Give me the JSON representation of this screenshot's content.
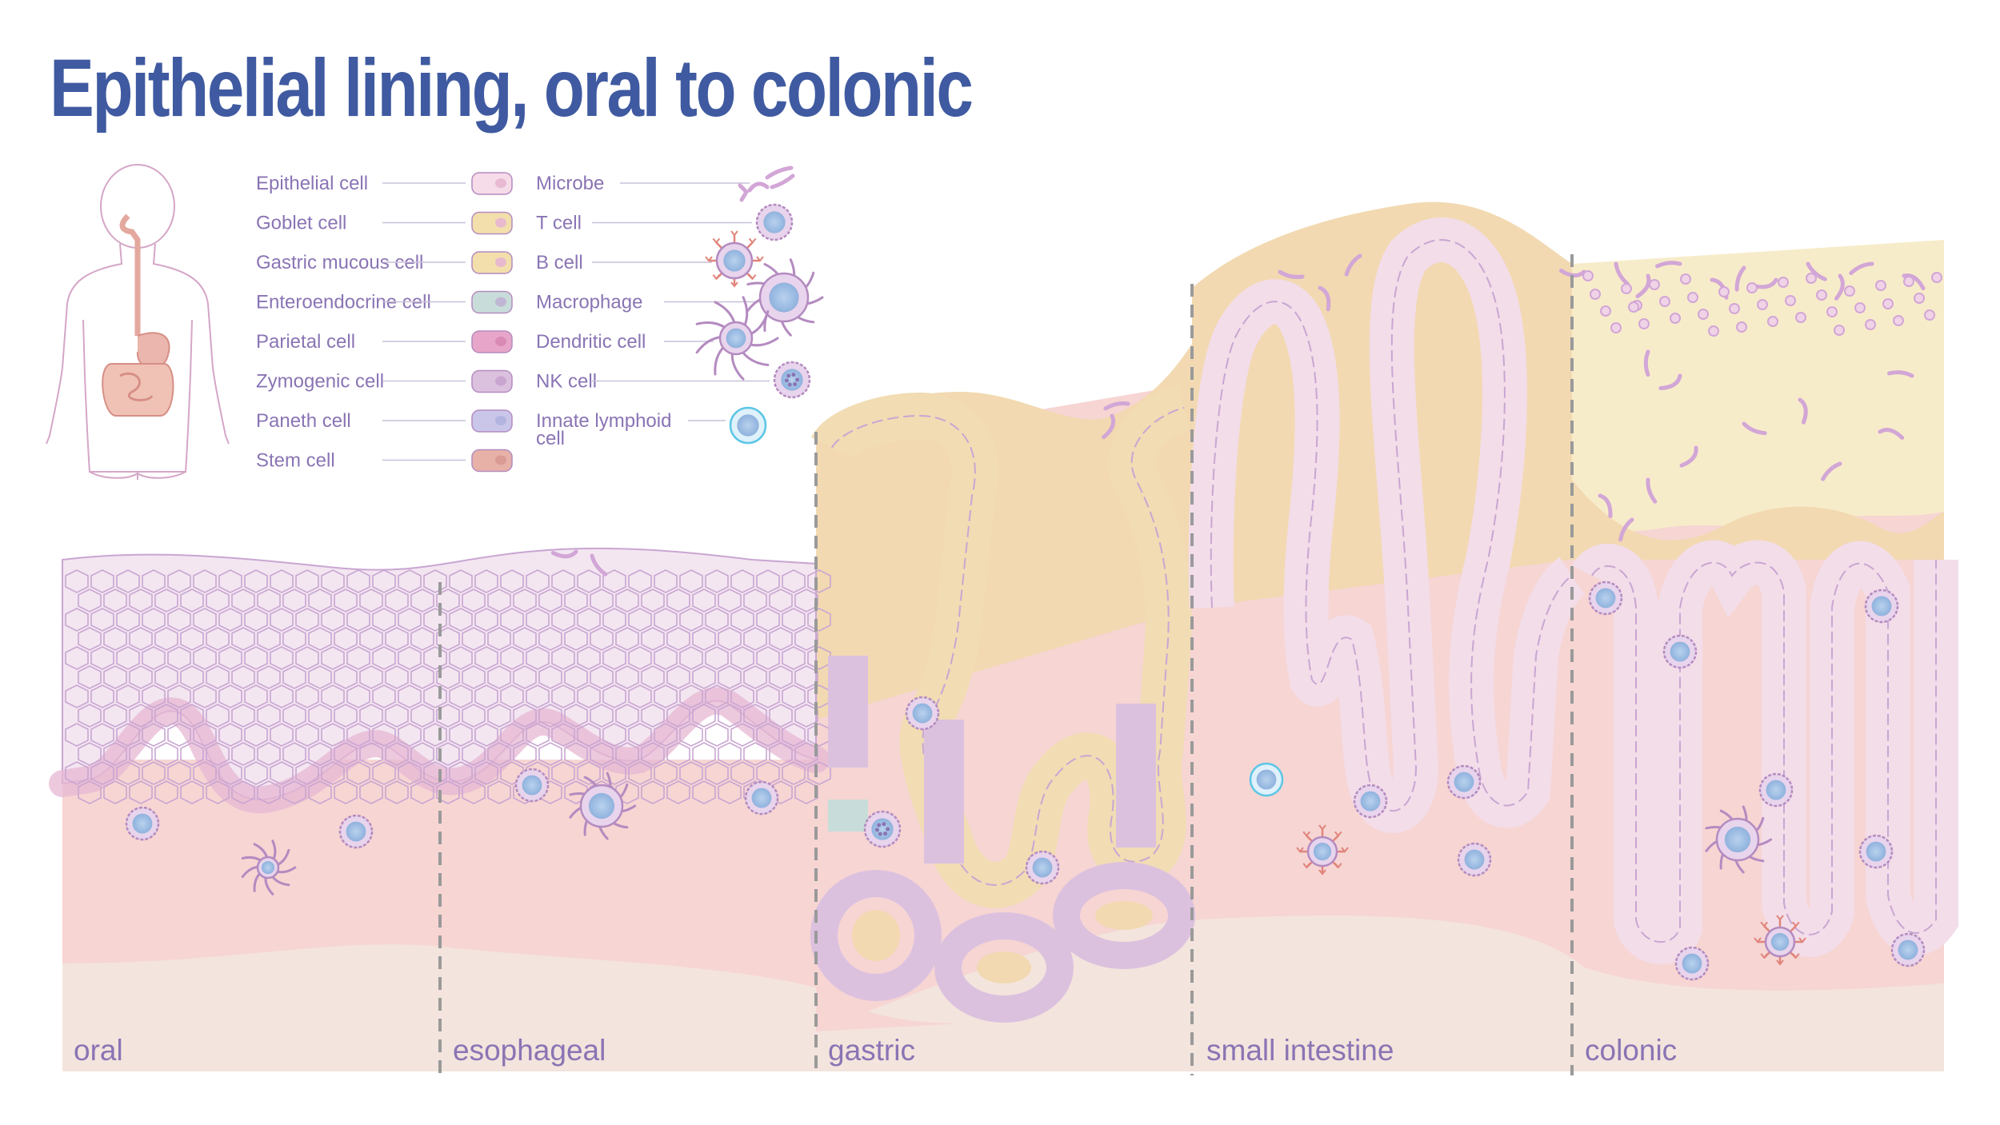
{
  "title": "Epithelial lining, oral to colonic",
  "legend_left": [
    {
      "label": "Epithelial cell",
      "icon": "epithelial-cell-icon",
      "fill": "#f6dbe8",
      "nucleus": "#e9b9d3"
    },
    {
      "label": "Goblet cell",
      "icon": "goblet-cell-icon",
      "fill": "#f3dfac",
      "nucleus": "#e8b9cf"
    },
    {
      "label": "Gastric mucous cell",
      "icon": "gastric-mucous-cell-icon",
      "fill": "#f3dfac",
      "nucleus": "#e8b9cf"
    },
    {
      "label": "Enteroendocrine cell",
      "icon": "enteroendocrine-cell-icon",
      "fill": "#c8ddd9",
      "nucleus": "#c1b6d4"
    },
    {
      "label": "Parietal cell",
      "icon": "parietal-cell-icon",
      "fill": "#e7a6c9",
      "nucleus": "#d98ab5"
    },
    {
      "label": "Zymogenic cell",
      "icon": "zymogenic-cell-icon",
      "fill": "#dcc1df",
      "nucleus": "#c9a6d2"
    },
    {
      "label": "Paneth cell",
      "icon": "paneth-cell-icon",
      "fill": "#c9c6ea",
      "nucleus": "#b3b4e0"
    },
    {
      "label": "Stem cell",
      "icon": "stem-cell-icon",
      "fill": "#e8b1a8",
      "nucleus": "#d99b94"
    }
  ],
  "legend_right": [
    {
      "label": "Microbe",
      "icon": "microbe-icon"
    },
    {
      "label": "T cell",
      "icon": "t-cell-icon"
    },
    {
      "label": "B cell",
      "icon": "b-cell-icon"
    },
    {
      "label": "Macrophage",
      "icon": "macrophage-icon"
    },
    {
      "label": "Dendritic cell",
      "icon": "dendritic-cell-icon"
    },
    {
      "label": "NK cell",
      "icon": "nk-cell-icon"
    },
    {
      "label": "Innate lymphoid",
      "label2": "cell",
      "icon": "innate-lymphoid-cell-icon"
    }
  ],
  "regions": [
    "oral",
    "esophageal",
    "gastric",
    "small intestine",
    "colonic"
  ],
  "colors": {
    "title": "#3f5aa0",
    "label": "#8a74b4",
    "lamina": "#f6d5d3",
    "submucosa": "#f3e4dd",
    "mucus": "#f2d9b1",
    "colonic_mucus": "#f7ecca",
    "divider": "#9a9a9a",
    "outline": "#b48bc0"
  }
}
